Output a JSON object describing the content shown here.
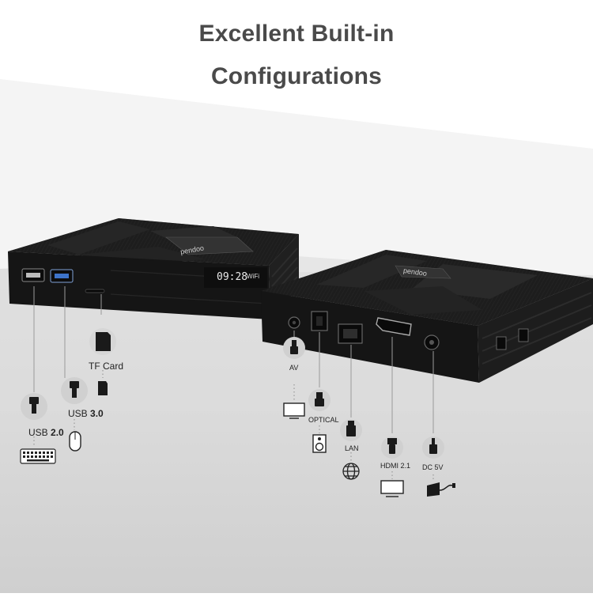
{
  "heading": {
    "line1": "Excellent  Built-in",
    "line2": "Configurations"
  },
  "device_front": {
    "clock": "09:28",
    "wifi": "WiFi",
    "logo": "pendoo"
  },
  "ports": {
    "usb2": {
      "label": "USB",
      "value": "2.0",
      "icon": "usb-plug-icon",
      "device_icon": "keyboard-icon"
    },
    "usb3": {
      "label": "USB",
      "value": "3.0",
      "icon": "usb-plug-icon",
      "device_icon": "mouse-icon"
    },
    "tf": {
      "label": "TF Card",
      "icon": "sd-card-icon",
      "device_icon": "microsd-icon"
    },
    "av": {
      "label": "AV",
      "icon": "av-plug-icon",
      "device_icon": "monitor-icon"
    },
    "optical": {
      "label": "OPTICAL",
      "icon": "optical-plug-icon",
      "device_icon": "speaker-icon"
    },
    "lan": {
      "label": "LAN",
      "icon": "ethernet-plug-icon",
      "device_icon": "globe-icon"
    },
    "hdmi": {
      "label": "HDMI 2.1",
      "icon": "hdmi-plug-icon",
      "device_icon": "tv-icon"
    },
    "dc": {
      "label": "DC  5V",
      "icon": "dc-plug-icon",
      "device_icon": "power-adapter-icon"
    }
  },
  "colors": {
    "heading": "#4a4a4a",
    "box": "#1b1b1b",
    "line": "#9a9a9a",
    "floor_gray": "#d2d2d2"
  }
}
